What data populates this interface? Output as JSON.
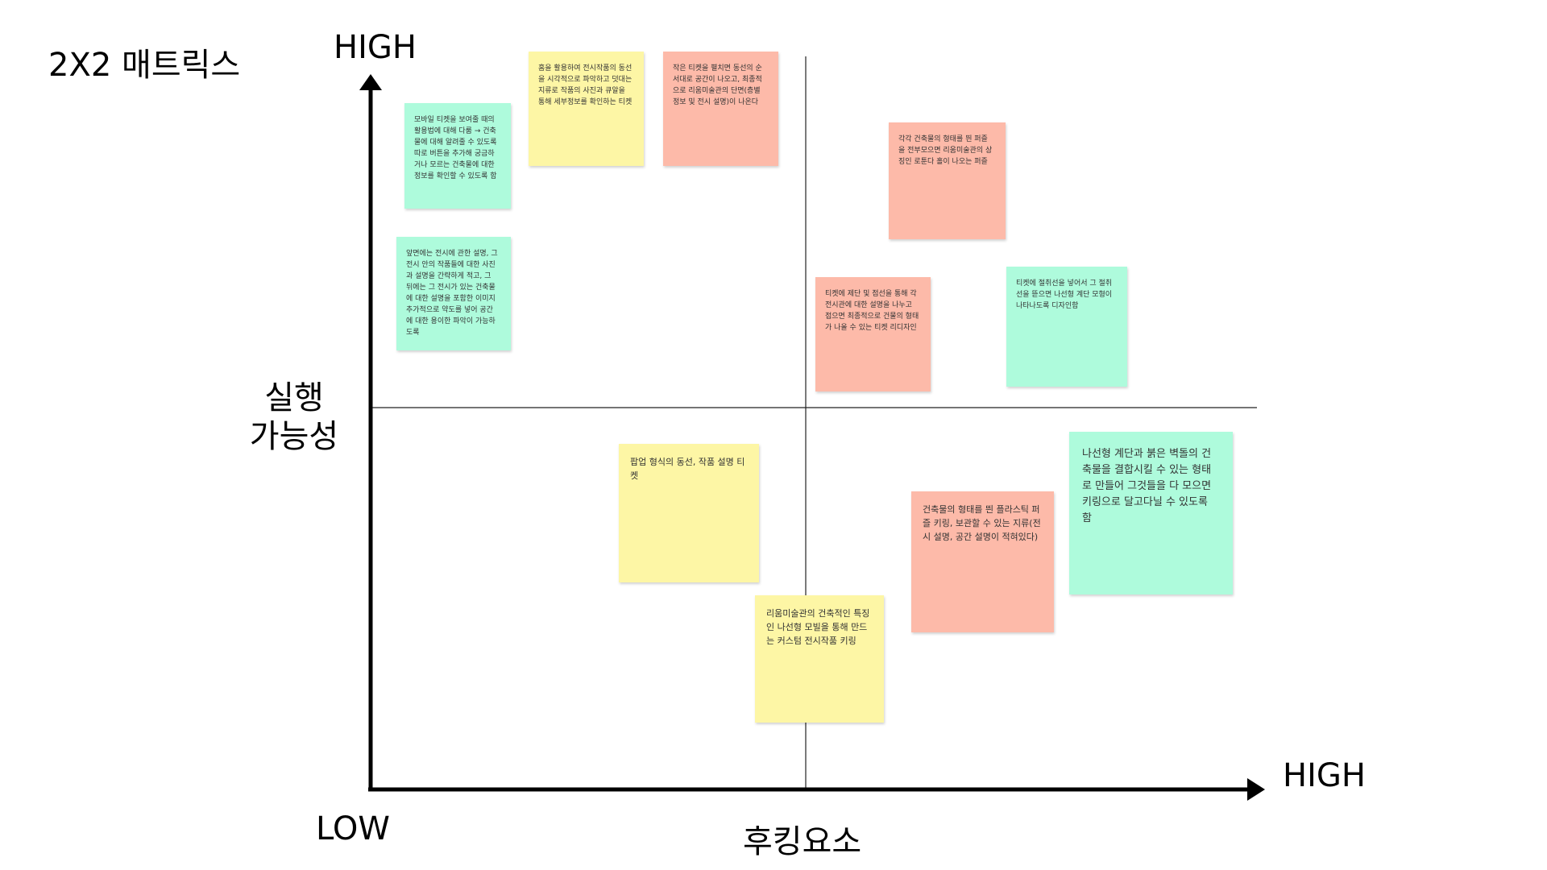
{
  "title": "2X2 매트릭스",
  "axes": {
    "y_high": "HIGH",
    "x_high": "HIGH",
    "low": "LOW",
    "y_title_line1": "실행",
    "y_title_line2": "가능성",
    "x_title": "후킹요소"
  },
  "notes": [
    {
      "id": "n1",
      "color": "mint",
      "text": "모바일 티켓을 보여줄 때의 활용법에 대해 다룸 → 건축물에 대해 알려줄 수 있도록 따로 버튼을 추가해 궁금하거나 모르는 건축물에 대한 정보를 확인할 수 있도록 함"
    },
    {
      "id": "n2",
      "color": "yellow",
      "text": "홈을 활용하여 전시작품의 동선을 시각적으로 파악하고 덧대는 지류로 작품의 사진과 큐알을 통해 세부정보를 확인하는 티켓"
    },
    {
      "id": "n3",
      "color": "pink",
      "text": "작은 티켓을 펼치면 동선의 순서대로 공간이 나오고, 최종적으로 리움미술관의 단면(층별 정보 및 전시 설명)이 나온다"
    },
    {
      "id": "n4",
      "color": "mint",
      "text": "앞면에는 전시에 관한 설명, 그 전시 안의 작품들에 대한 사진과 설명을 간략하게 적고, 그 뒤에는 그 전시가 있는 건축물에 대한 설명을 포함한 이미지 추가적으로 약도를 넣어 공간에 대한 용이한 파악이 가능하도록"
    },
    {
      "id": "n5",
      "color": "pink",
      "text": "각각 건축물의 형태를 띈 퍼즐을 전부모으면 리움미술관의 상징인 로툰다 홀이 나오는 퍼즐"
    },
    {
      "id": "n6",
      "color": "pink",
      "text": "티켓에 제단 및 점선을 통해 각 전시관에 대한 설명을 나누고 접으면 최종적으로 건물의 형태가 나올 수 있는 티켓 리디자인"
    },
    {
      "id": "n7",
      "color": "mint",
      "text": "티켓에 절취선을 넣어서 그 절취선을 뜯으면 나선형 계단 모형이 나타나도록 디자인함"
    },
    {
      "id": "n8",
      "color": "yellow",
      "text": "팝업 형식의 동선, 작품 설명 티켓"
    },
    {
      "id": "n9",
      "color": "yellow",
      "text": "리움미술관의 건축적인 특징인 나선형 모빌을 통해 만드는 커스텀 전시작품 키링"
    },
    {
      "id": "n10",
      "color": "pink",
      "text": "건축물의 형태를 띈 플라스틱 퍼즐 키링, 보관할 수 있는 지류(전시 설명, 공간 설명이 적혀있다)"
    },
    {
      "id": "n11",
      "color": "mint",
      "text": "나선형 계단과 붉은 벽돌의 건축물을 결합시킬 수 있는 형태로 만들어 그것들을 다 모으면 키링으로 달고다닐 수 있도록 함"
    }
  ]
}
